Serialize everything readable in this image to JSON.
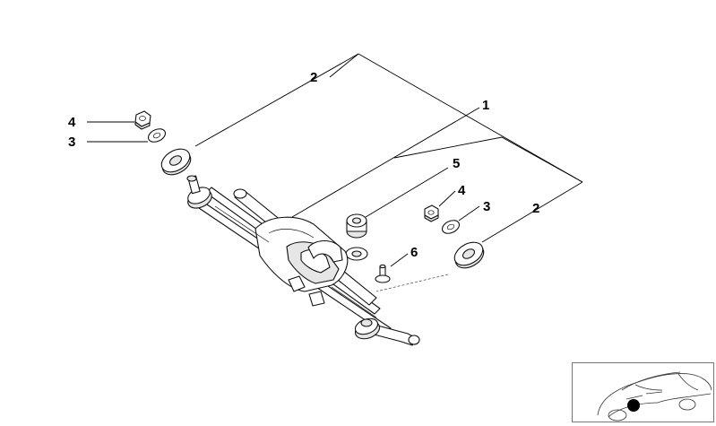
{
  "callouts": {
    "c2_top": "2",
    "c1": "1",
    "c4_left": "4",
    "c3_left": "3",
    "c5": "5",
    "c4_right": "4",
    "c3_right": "3",
    "c2_right": "2",
    "c6": "6"
  },
  "icons": {
    "car_thumbnail": "car-location-icon"
  },
  "colors": {
    "line": "#000000",
    "background": "#ffffff",
    "marker": "#000000"
  }
}
